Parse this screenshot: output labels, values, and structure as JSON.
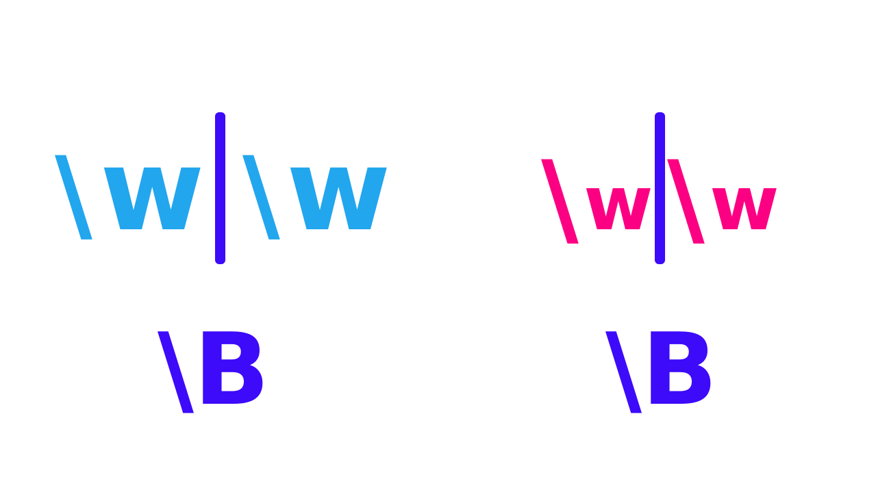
{
  "colors": {
    "word_char_left": "#22a6ee",
    "word_char_right": "#fc0083",
    "boundary": "#3d0afa"
  },
  "left": {
    "tokens": [
      "\\w",
      "\\w"
    ],
    "label": "\\B"
  },
  "right": {
    "tokens": [
      "\\w",
      "\\w"
    ],
    "label": "\\B"
  }
}
